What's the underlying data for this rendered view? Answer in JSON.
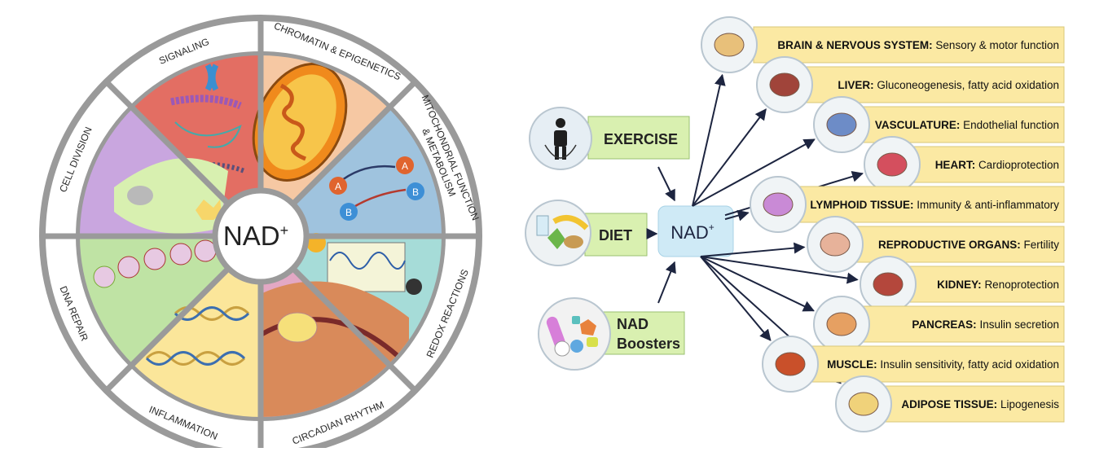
{
  "wheel": {
    "center_label": "NAD",
    "center_sup": "+",
    "sectors": [
      {
        "label": "CHROMATIN & EPIGENETICS",
        "color": "#f6c8a3"
      },
      {
        "label": "MITOCHONDRIAL FUNCTION",
        "label2": "& METABOLISM",
        "color": "#9fc3de"
      },
      {
        "label": "REDOX REACTIONS",
        "color": "#a6dcd8"
      },
      {
        "label": "CIRCADIAN RHYTHM",
        "color": "#e3a8c4"
      },
      {
        "label": "INFLAMMATION",
        "color": "#fbe69a"
      },
      {
        "label": "DNA REPAIR",
        "color": "#bfe3a4"
      },
      {
        "label": "CELL DIVISION",
        "color": "#c9a6df"
      },
      {
        "label": "SIGNALING",
        "color": "#e36e63"
      }
    ],
    "redox": {
      "a": "A",
      "b": "B"
    }
  },
  "pathway": {
    "center_label": "NAD",
    "center_sup": "+",
    "inputs": [
      {
        "label": "EXERCISE",
        "icon": "jump-rope-person-icon"
      },
      {
        "label": "DIET",
        "icon": "food-basket-icon"
      },
      {
        "label": "NAD",
        "label2": "Boosters",
        "icon": "pills-icon"
      }
    ],
    "organs": [
      {
        "name": "BRAIN & NERVOUS SYSTEM:",
        "effect": "Sensory & motor function",
        "icon": "brain-spine-icon"
      },
      {
        "name": "LIVER:",
        "effect": "Gluconeogenesis, fatty acid oxidation",
        "icon": "liver-icon"
      },
      {
        "name": "VASCULATURE:",
        "effect": "Endothelial function",
        "icon": "blood-vessels-icon"
      },
      {
        "name": "HEART:",
        "effect": "Cardioprotection",
        "icon": "heart-icon"
      },
      {
        "name": "LYMPHOID TISSUE:",
        "effect": "Immunity & anti-inflammatory",
        "icon": "lymph-node-icon"
      },
      {
        "name": "REPRODUCTIVE ORGANS:",
        "effect": "Fertility",
        "icon": "uterus-icon"
      },
      {
        "name": "KIDNEY:",
        "effect": "Renoprotection",
        "icon": "kidney-icon"
      },
      {
        "name": "PANCREAS:",
        "effect": "Insulin secretion",
        "icon": "pancreas-icon"
      },
      {
        "name": "MUSCLE:",
        "effect": "Insulin sensitivity, fatty acid oxidation",
        "icon": "muscle-icon"
      },
      {
        "name": "ADIPOSE TISSUE:",
        "effect": "Lipogenesis",
        "icon": "adipose-cells-icon"
      }
    ],
    "colors": {
      "box": "#fbe9a3",
      "input_box": "#d9f0b0",
      "nad_box": "#cfeaf6",
      "arrow": "#1d2540"
    }
  }
}
